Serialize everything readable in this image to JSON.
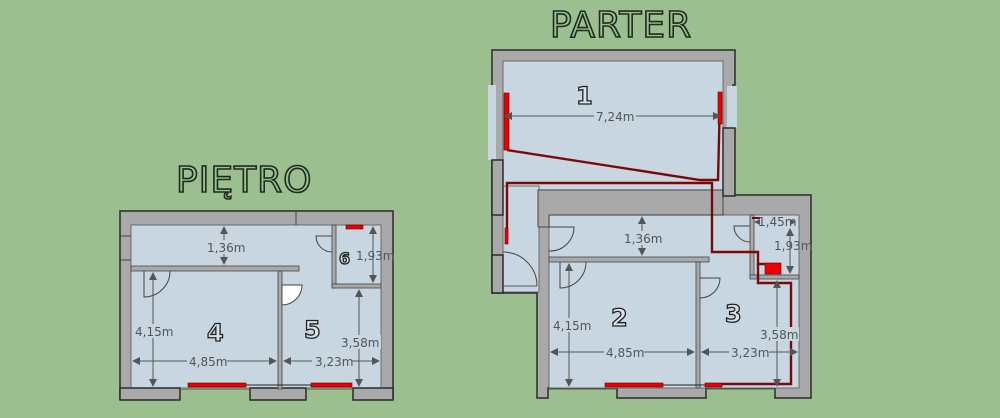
{
  "plans": {
    "pietro": {
      "title": "PIĘTRO",
      "rooms": [
        {
          "number": "4"
        },
        {
          "number": "5"
        },
        {
          "number": "6"
        }
      ],
      "dimensions": {
        "corridor_width": "1,36m",
        "room6_height": "1,93m",
        "room4_height": "4,15m",
        "room4_width": "4,85m",
        "room5_width": "3,23m",
        "room5_height": "3,58m"
      }
    },
    "parter": {
      "title": "PARTER",
      "rooms": [
        {
          "number": "1"
        },
        {
          "number": "2"
        },
        {
          "number": "3"
        }
      ],
      "dimensions": {
        "room1_width": "7,24m",
        "corridor_width": "1,36m",
        "boiler_width": "1,45m",
        "boiler_height": "1,93m",
        "room2_height": "4,15m",
        "room2_width": "4,85m",
        "room3_width": "3,23m",
        "room3_height": "3,58m"
      }
    }
  },
  "colors": {
    "background": "#9bbf8f",
    "wall": "#a9a9a9",
    "floor": "#c7d6e0",
    "radiator": "#ee0000",
    "pipe": "#7a0a0a"
  }
}
